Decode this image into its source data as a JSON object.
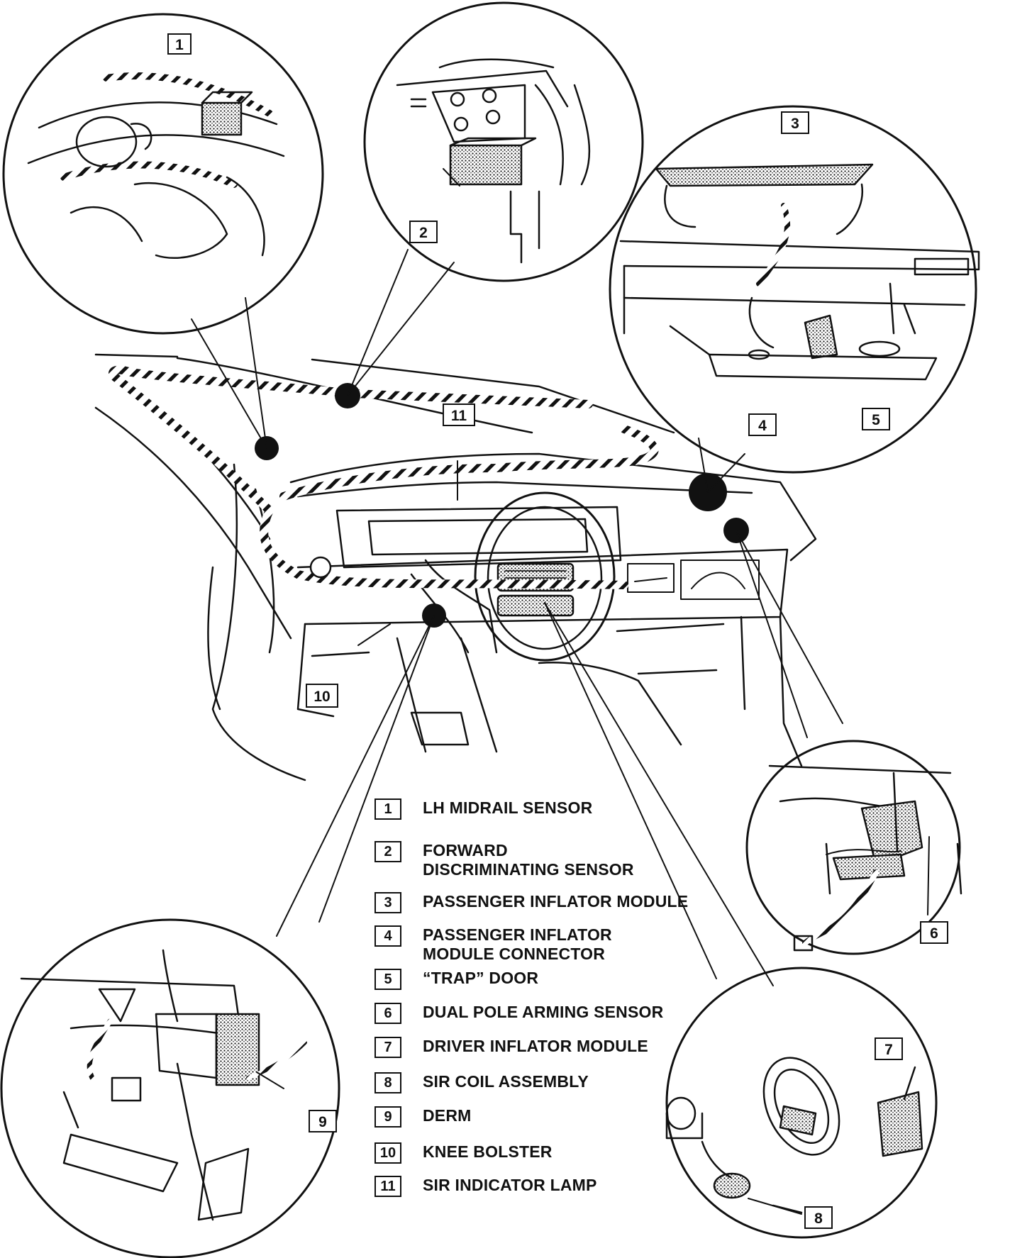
{
  "callouts": [
    "1",
    "2",
    "3",
    "4",
    "5",
    "6",
    "7",
    "8",
    "9",
    "10",
    "11"
  ],
  "legend": [
    {
      "num": "1",
      "text": "LH MIDRAIL SENSOR"
    },
    {
      "num": "2",
      "text": "FORWARD\nDISCRIMINATING SENSOR"
    },
    {
      "num": "3",
      "text": "PASSENGER INFLATOR MODULE"
    },
    {
      "num": "4",
      "text": "PASSENGER INFLATOR\nMODULE CONNECTOR"
    },
    {
      "num": "5",
      "text": "“TRAP” DOOR"
    },
    {
      "num": "6",
      "text": "DUAL POLE ARMING SENSOR"
    },
    {
      "num": "7",
      "text": "DRIVER INFLATOR MODULE"
    },
    {
      "num": "8",
      "text": "SIR COIL ASSEMBLY"
    },
    {
      "num": "9",
      "text": "DERM"
    },
    {
      "num": "10",
      "text": "KNEE BOLSTER"
    },
    {
      "num": "11",
      "text": "SIR INDICATOR LAMP"
    }
  ],
  "colors": {
    "ink": "#111111",
    "background": "#ffffff",
    "stipple": "#8a8a8a"
  }
}
